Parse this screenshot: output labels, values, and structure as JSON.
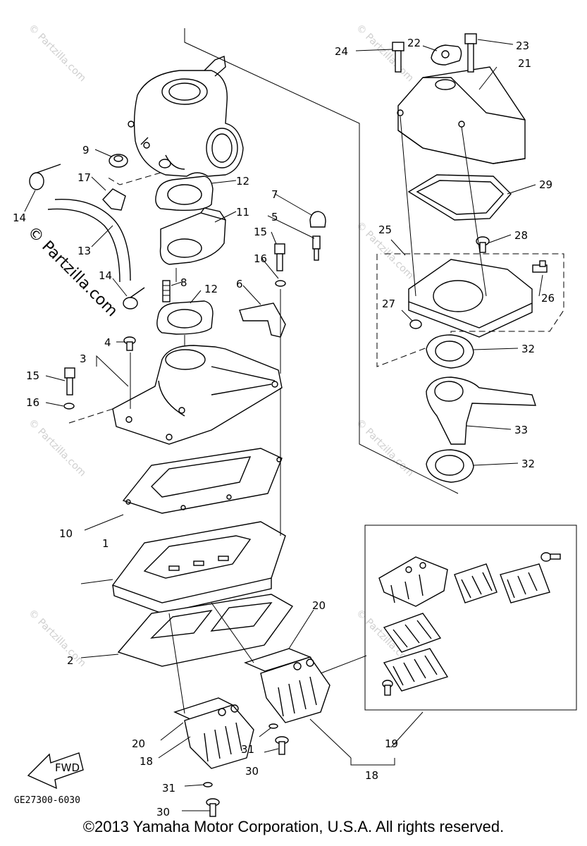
{
  "diagram": {
    "callouts": [
      "1",
      "2",
      "3",
      "4",
      "5",
      "6",
      "7",
      "8",
      "9",
      "10",
      "11",
      "12",
      "12",
      "13",
      "14",
      "14",
      "15",
      "15",
      "16",
      "16",
      "17",
      "18",
      "18",
      "19",
      "20",
      "20",
      "21",
      "22",
      "23",
      "24",
      "25",
      "26",
      "27",
      "28",
      "29",
      "30",
      "30",
      "31",
      "31",
      "32",
      "32",
      "33"
    ],
    "arrow_label": "FWD",
    "reference_code": "GE27300-6030",
    "watermark_main": "© Partzilla.com",
    "watermark_tile": "© Partzilla.com"
  },
  "footer": {
    "copyright": "©2013  Yamaha Motor Corporation, U.S.A. All rights reserved."
  }
}
